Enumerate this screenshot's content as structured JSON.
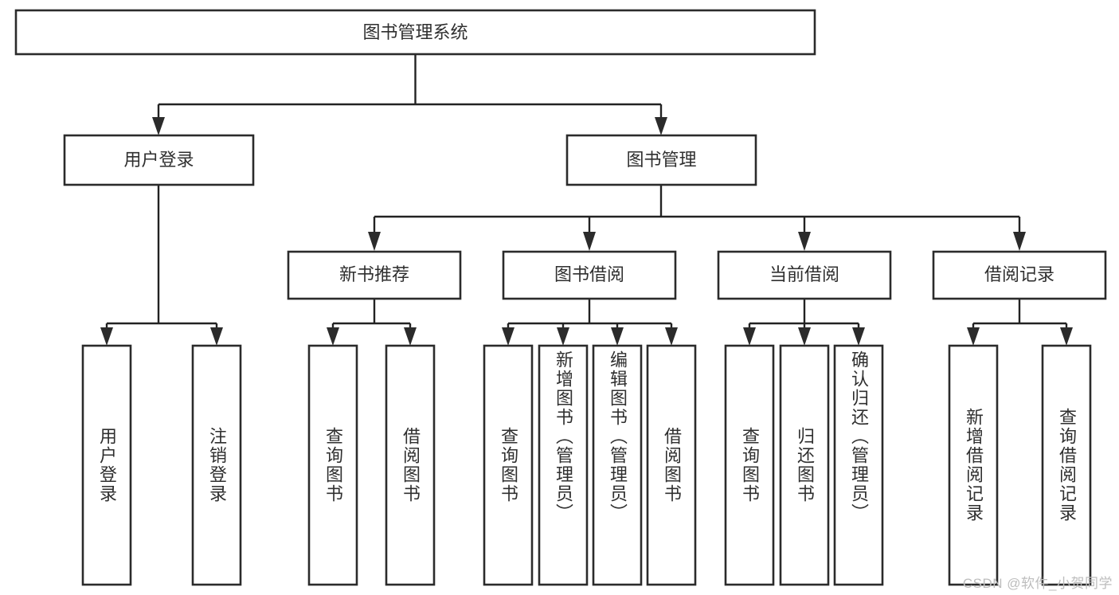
{
  "diagram": {
    "title": "图书管理系统",
    "type": "tree",
    "watermark": "CSDN @软件_小贺同学",
    "colors": {
      "box_stroke": "#2b2b2b",
      "box_fill": "#ffffff",
      "edge": "#222222",
      "text": "#2f2f2f",
      "watermark": "#bdbdbd",
      "background": "#ffffff"
    },
    "root": {
      "id": "root",
      "label": "图书管理系统",
      "orientation": "horizontal"
    },
    "level2": [
      {
        "id": "user-login",
        "label": "用户登录",
        "orientation": "horizontal"
      },
      {
        "id": "book-manage",
        "label": "图书管理",
        "orientation": "horizontal"
      }
    ],
    "level3": [
      {
        "id": "new-book-recommend",
        "label": "新书推荐",
        "orientation": "horizontal",
        "parent": "book-manage"
      },
      {
        "id": "book-borrow",
        "label": "图书借阅",
        "orientation": "horizontal",
        "parent": "book-manage"
      },
      {
        "id": "current-borrow",
        "label": "当前借阅",
        "orientation": "horizontal",
        "parent": "book-manage"
      },
      {
        "id": "borrow-record",
        "label": "借阅记录",
        "orientation": "horizontal",
        "parent": "book-manage"
      }
    ],
    "leaves": [
      {
        "id": "leaf-user-login",
        "label": "用户登录",
        "parent": "user-login",
        "orientation": "vertical"
      },
      {
        "id": "leaf-user-logout",
        "label": "注销登录",
        "parent": "user-login",
        "orientation": "vertical"
      },
      {
        "id": "leaf-query-book-1",
        "label": "查询图书",
        "parent": "new-book-recommend",
        "orientation": "vertical"
      },
      {
        "id": "leaf-borrow-book-1",
        "label": "借阅图书",
        "parent": "new-book-recommend",
        "orientation": "vertical"
      },
      {
        "id": "leaf-query-book-2",
        "label": "查询图书",
        "parent": "book-borrow",
        "orientation": "vertical"
      },
      {
        "id": "leaf-add-book",
        "label": "新增图书（管理员）",
        "parent": "book-borrow",
        "orientation": "vertical"
      },
      {
        "id": "leaf-edit-book",
        "label": "编辑图书（管理员）",
        "parent": "book-borrow",
        "orientation": "vertical"
      },
      {
        "id": "leaf-borrow-book-2",
        "label": "借阅图书",
        "parent": "book-borrow",
        "orientation": "vertical"
      },
      {
        "id": "leaf-query-book-3",
        "label": "查询图书",
        "parent": "current-borrow",
        "orientation": "vertical"
      },
      {
        "id": "leaf-return-book",
        "label": "归还图书",
        "parent": "current-borrow",
        "orientation": "vertical"
      },
      {
        "id": "leaf-confirm-return",
        "label": "确认归还（管理员）",
        "parent": "current-borrow",
        "orientation": "vertical"
      },
      {
        "id": "leaf-add-record",
        "label": "新增借阅记录",
        "parent": "borrow-record",
        "orientation": "vertical"
      },
      {
        "id": "leaf-query-record",
        "label": "查询借阅记录",
        "parent": "borrow-record",
        "orientation": "vertical"
      }
    ]
  }
}
